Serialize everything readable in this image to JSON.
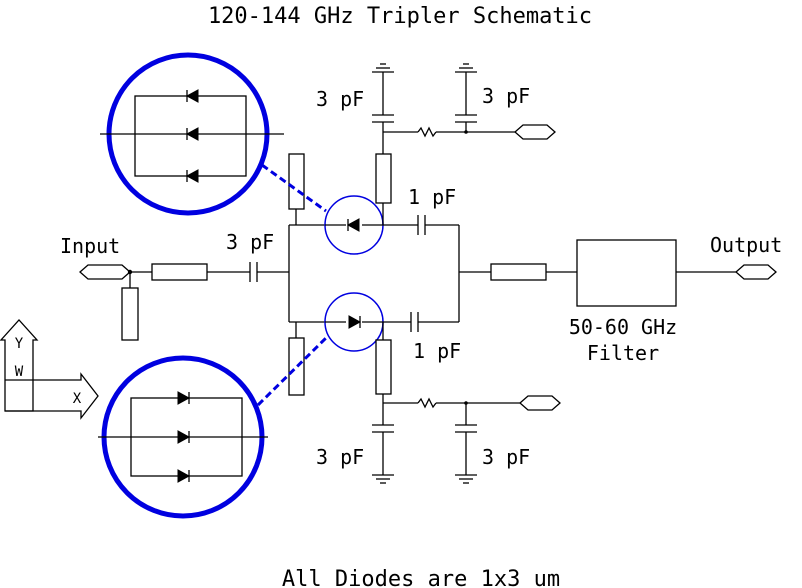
{
  "title": "120-144 GHz Tripler Schematic",
  "footer": "All Diodes are 1x3 um",
  "labels": {
    "input": "Input",
    "output": "Output",
    "filter_line1": "50-60 GHz",
    "filter_line2": "Filter",
    "cap_input": "3 pF",
    "cap_top_left": "3 pF",
    "cap_top_right": "3 pF",
    "cap_top_series": "1 pF",
    "cap_bottom_series": "1 pF",
    "cap_bottom_left": "3 pF",
    "cap_bottom_right": "3 pF"
  },
  "axes_icon": {
    "y": "Y",
    "w": "W",
    "x": "X"
  },
  "colors": {
    "diode_highlight": "#0000e0",
    "wire": "#000000"
  }
}
